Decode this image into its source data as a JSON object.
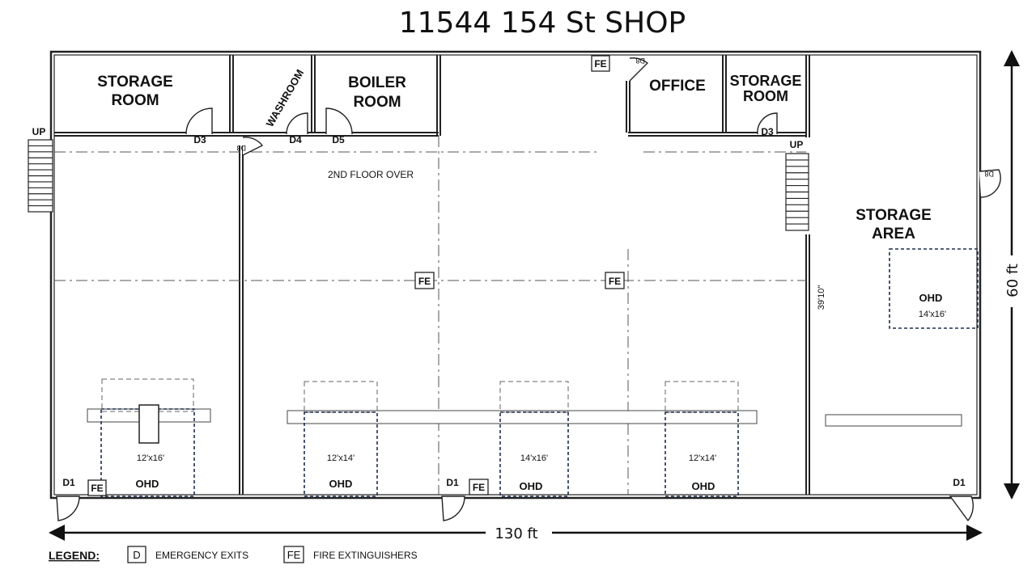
{
  "title": "11544 154 St SHOP",
  "dimensions": {
    "width": "130 ft",
    "height": "60 ft",
    "partition": "39'10\""
  },
  "second_floor": "2ND FLOOR OVER",
  "rooms": {
    "storage_room_left": [
      "STORAGE",
      "ROOM"
    ],
    "washroom": "WASHROOM",
    "boiler_room": [
      "BOILER",
      "ROOM"
    ],
    "office": "OFFICE",
    "storage_room_right": [
      "STORAGE",
      "ROOM"
    ],
    "storage_area": [
      "STORAGE",
      "AREA"
    ]
  },
  "stairs": {
    "left": "UP",
    "right": "UP"
  },
  "doors": {
    "d3_left": "D3",
    "d4": "D4",
    "d5": "D5",
    "d3_right": "D3",
    "d1_left": "D1",
    "d1_mid": "D1",
    "d1_right": "D1",
    "d8": "D8",
    "d8_office": "D8",
    "d8_side": "D8"
  },
  "fire_extinguishers": {
    "label": "FE"
  },
  "overhead_doors": [
    {
      "label": "OHD",
      "size": "12'x16'"
    },
    {
      "label": "OHD",
      "size": "12'x14'"
    },
    {
      "label": "OHD",
      "size": "14'x16'"
    },
    {
      "label": "OHD",
      "size": "12'x14'"
    },
    {
      "label": "OHD",
      "size": "14'x16'"
    }
  ],
  "legend": {
    "heading": "LEGEND:",
    "items": [
      {
        "symbol": "D",
        "text": "EMERGENCY EXITS"
      },
      {
        "symbol": "FE",
        "text": "FIRE EXTINGUISHERS"
      }
    ]
  },
  "colors": {
    "line": "#222222",
    "dash": "#555555",
    "ohd_dash": "#1f2d4d"
  }
}
